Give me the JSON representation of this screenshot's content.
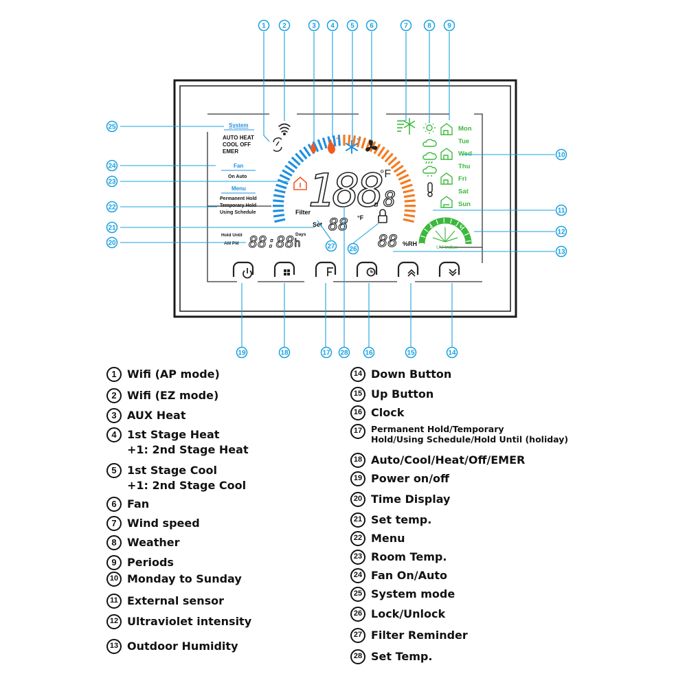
{
  "display": {
    "system_header": "System",
    "system_modes_line1": "AUTO  HEAT",
    "system_modes_line2": "COOL  OFF",
    "system_modes_line3": "EMER",
    "fan_header": "Fan",
    "fan_options": "On  Auto",
    "menu_header": "Menu",
    "menu_line1": "Permanent Hold",
    "menu_line2": "Temporary Hold",
    "menu_line3": "Using Schedule",
    "hold_until": "Hold Until",
    "am_pm": "AM PM",
    "time_digits": "88:88",
    "days_label": "Days",
    "hours_label": "h",
    "filter_label": "Filter",
    "set_label": "Set",
    "room_temp_digits": "188",
    "room_temp_decimal": ".8",
    "temp_unit": "°F",
    "set_temp_digits": "88",
    "set_temp_unit": "°F",
    "humidity_digits": "88",
    "humidity_unit": "%RH",
    "stage_plus": "+1",
    "uv_index_label": "UV Index",
    "uv_scale": "L M H V E",
    "days": [
      "Mon",
      "Tue",
      "Wed",
      "Thu",
      "Fri",
      "Sat",
      "Sun"
    ]
  },
  "callout_numbers": [
    "1",
    "2",
    "3",
    "4",
    "5",
    "6",
    "7",
    "8",
    "9",
    "10",
    "11",
    "12",
    "13",
    "14",
    "15",
    "16",
    "17",
    "18",
    "19",
    "20",
    "21",
    "22",
    "23",
    "24",
    "25",
    "26",
    "27",
    "28"
  ],
  "legend_left": [
    {
      "num": "1",
      "text": "Wifi  (AP mode)"
    },
    {
      "num": "2",
      "text": "Wifi  (EZ mode)"
    },
    {
      "num": "3",
      "text": "AUX Heat"
    },
    {
      "num": "4",
      "text": "1st Stage Heat\n+1: 2nd Stage Heat"
    },
    {
      "num": "5",
      "text": "1st Stage Cool\n+1: 2nd Stage Cool"
    },
    {
      "num": "6",
      "text": "Fan"
    },
    {
      "num": "7",
      "text": "Wind speed"
    },
    {
      "num": "8",
      "text": "Weather"
    },
    {
      "num": "9",
      "text": "Periods"
    },
    {
      "num": "10",
      "text": "Monday to Sunday"
    },
    {
      "num": "11",
      "text": "External sensor"
    },
    {
      "num": "12",
      "text": "Ultraviolet intensity"
    },
    {
      "num": "13",
      "text": "Outdoor Humidity"
    }
  ],
  "legend_right": [
    {
      "num": "14",
      "text": "Down Button"
    },
    {
      "num": "15",
      "text": "Up Button"
    },
    {
      "num": "16",
      "text": "Clock"
    },
    {
      "num": "17",
      "text": "Permanent Hold/Temporary\nHold/Using Schedule/Hold Until (holiday)"
    },
    {
      "num": "18",
      "text": "Auto/Cool/Heat/Off/EMER"
    },
    {
      "num": "19",
      "text": "Power on/off"
    },
    {
      "num": "20",
      "text": "Time Display"
    },
    {
      "num": "21",
      "text": "Set temp."
    },
    {
      "num": "22",
      "text": "Menu"
    },
    {
      "num": "23",
      "text": "Room Temp."
    },
    {
      "num": "24",
      "text": "Fan On/Auto"
    },
    {
      "num": "25",
      "text": "System mode"
    },
    {
      "num": "26",
      "text": "Lock/Unlock"
    },
    {
      "num": "27",
      "text": "Filter Reminder"
    },
    {
      "num": "28",
      "text": "Set Temp."
    }
  ],
  "colors": {
    "callout": "#1aa0e0",
    "heat_arc": "#f47a20",
    "cool_arc": "#1f8fe0",
    "flame": "#f25a1f",
    "snowflake": "#1f8fe0",
    "green": "#3cb83c",
    "frame": "#1a1a1a"
  }
}
